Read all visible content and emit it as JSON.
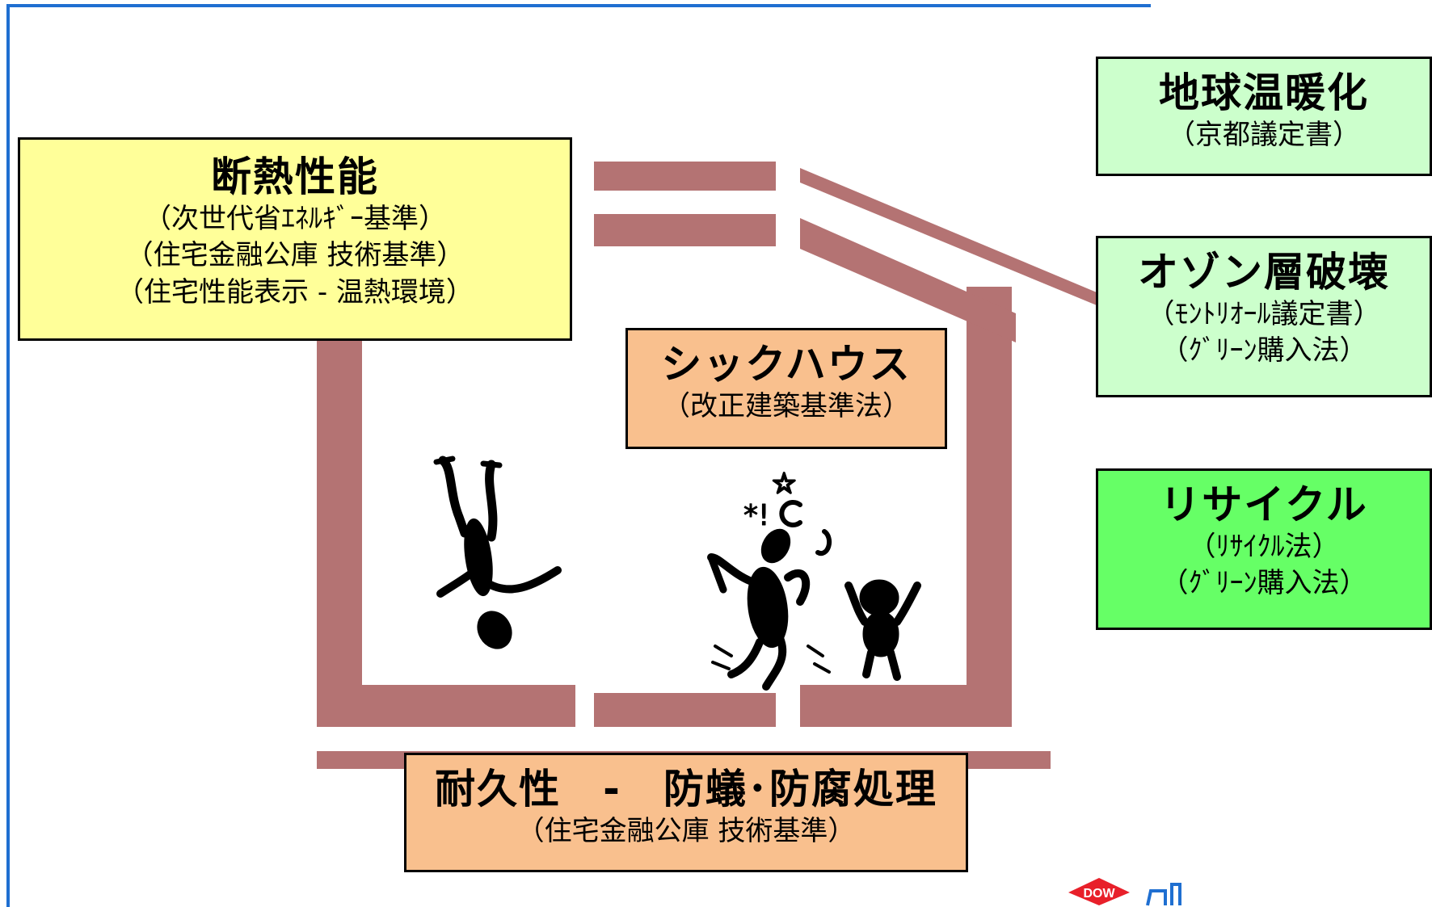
{
  "colors": {
    "frame": "#1f6fd1",
    "house": "#b47373",
    "yellow_box": "#ffff99",
    "orange_box": "#f9c08e",
    "light_green_box": "#ccffcc",
    "green_box": "#66ff66"
  },
  "insulation": {
    "title": "断熱性能",
    "lines": [
      "（次世代省ｴﾈﾙｷﾞｰ基準）",
      "（住宅金融公庫 技術基準）",
      "（住宅性能表示 - 温熱環境）"
    ]
  },
  "sickhouse": {
    "title": "シックハウス",
    "lines": [
      "（改正建築基準法）"
    ]
  },
  "durability": {
    "title": "耐久性　-　防蟻･防腐処理",
    "lines": [
      "（住宅金融公庫 技術基準）"
    ]
  },
  "global_warming": {
    "title": "地球温暖化",
    "lines": [
      "（京都議定書）"
    ]
  },
  "ozone": {
    "title": "オゾン層破壊",
    "lines": [
      "（ﾓﾝﾄﾘｵｰﾙ議定書）",
      "（ｸﾞﾘｰﾝ購入法）"
    ]
  },
  "recycle": {
    "title": "リサイクル",
    "lines": [
      "（ﾘｻｲｸﾙ法）",
      "（ｸﾞﾘｰﾝ購入法）"
    ]
  },
  "logo": {
    "text": "DOW",
    "color": "#e8202a"
  },
  "icons": [
    "house-outline-icon",
    "falling-person-icon",
    "dizzy-person-icon",
    "child-jumping-icon"
  ]
}
